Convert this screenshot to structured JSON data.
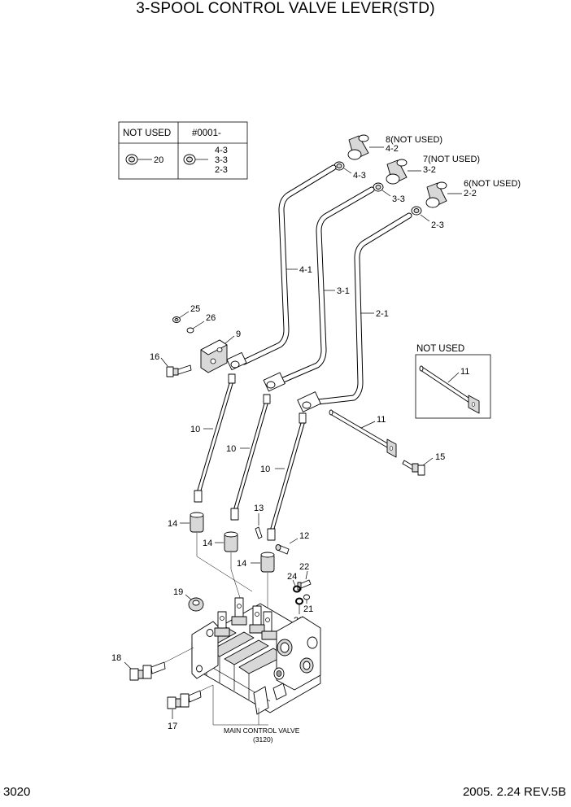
{
  "title": "3-SPOOL CONTROL VALVE LEVER(STD)",
  "footer": {
    "page": "3020",
    "revision": "2005. 2.24  REV.5B"
  },
  "table": {
    "col1_header": "NOT USED",
    "col2_header": "#0001-",
    "col1_part": "20",
    "col2_parts": [
      "4-3",
      "3-3",
      "2-3"
    ]
  },
  "not_used_box": {
    "title": "NOT USED",
    "part": "11"
  },
  "labels": {
    "p8": "8(NOT USED)",
    "p4_2": "4-2",
    "p4_3": "4-3",
    "p7": "7(NOT USED)",
    "p3_2": "3-2",
    "p3_3": "3-3",
    "p6": "6(NOT USED)",
    "p2_2": "2-2",
    "p2_3": "2-3",
    "p4_1": "4-1",
    "p3_1": "3-1",
    "p2_1": "2-1",
    "p25": "25",
    "p26": "26",
    "p9": "9",
    "p16": "16",
    "p11": "11",
    "p15": "15",
    "p10a": "10",
    "p10b": "10",
    "p10c": "10",
    "p13": "13",
    "p12": "12",
    "p14a": "14",
    "p14b": "14",
    "p14c": "14",
    "p19": "19",
    "p24": "24",
    "p22": "22",
    "p21": "21",
    "p23": "23",
    "p18": "18",
    "p17": "17"
  },
  "main_valve": {
    "name": "MAIN CONTROL VALVE",
    "ref": "(3120)"
  },
  "icons": [
    "nut-icon",
    "knob-icon",
    "lever-icon",
    "bracket-icon",
    "bolt-icon",
    "rod-icon",
    "boot-icon",
    "valve-icon"
  ]
}
